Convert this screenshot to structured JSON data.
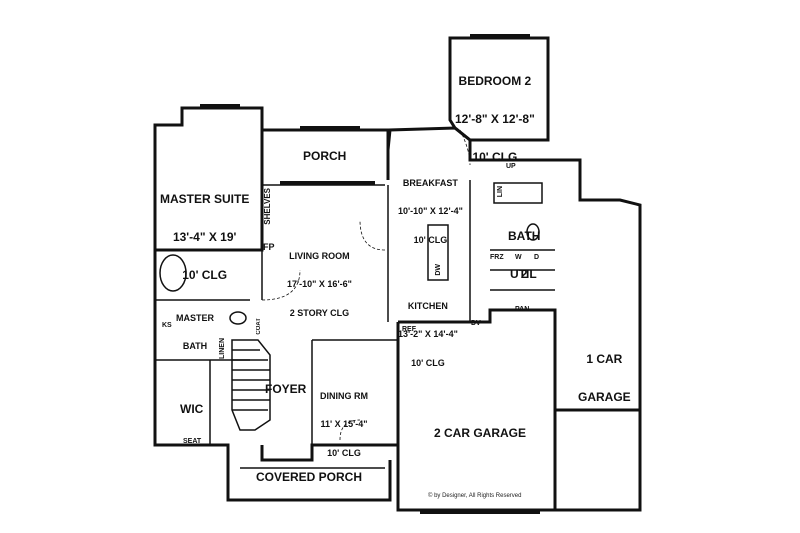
{
  "rooms": {
    "bedroom2": {
      "name": "BEDROOM 2",
      "dim": "12'-8\" X 12'-8\"",
      "clg": "10' CLG"
    },
    "master_suite": {
      "name": "MASTER SUITE",
      "dim": "13'-4\" X 19'",
      "clg": "10' CLG"
    },
    "porch": {
      "name": "PORCH"
    },
    "breakfast": {
      "name": "BREAKFAST",
      "dim": "10'-10\" X 12'-4\"",
      "clg": "10' CLG"
    },
    "living_room": {
      "name": "LIVING ROOM",
      "dim": "17'-10\" X 16'-6\"",
      "clg": "2 STORY CLG"
    },
    "bath2": {
      "name": "BATH",
      "num": "2"
    },
    "util": {
      "name": "UTIL"
    },
    "kitchen": {
      "name": "KITCHEN",
      "dim": "13'-2\" X 14'-4\"",
      "clg": "10' CLG"
    },
    "master_bath": {
      "name": "MASTER",
      "sub": "BATH"
    },
    "foyer": {
      "name": "FOYER"
    },
    "dining": {
      "name": "DINING RM",
      "dim": "11' X 15'-4\"",
      "clg": "10' CLG"
    },
    "one_car": {
      "name": "1 CAR",
      "sub": "GARAGE"
    },
    "wic": {
      "name": "WIC"
    },
    "two_car": {
      "name": "2 CAR GARAGE"
    },
    "covered_porch": {
      "name": "COVERED PORCH"
    }
  },
  "small_labels": {
    "shelves": "SHELVES",
    "fp": "FP",
    "up": "UP",
    "lin": "LIN",
    "frz": "FRZ",
    "w": "W",
    "d": "D",
    "dw": "DW",
    "pan": "PAN",
    "ref": "REF",
    "dv": "DV",
    "ks": "KS",
    "coat": "COAT",
    "linen": "LINEN",
    "seat": "SEAT"
  },
  "copyright": "© by Designer, All Rights Reserved"
}
